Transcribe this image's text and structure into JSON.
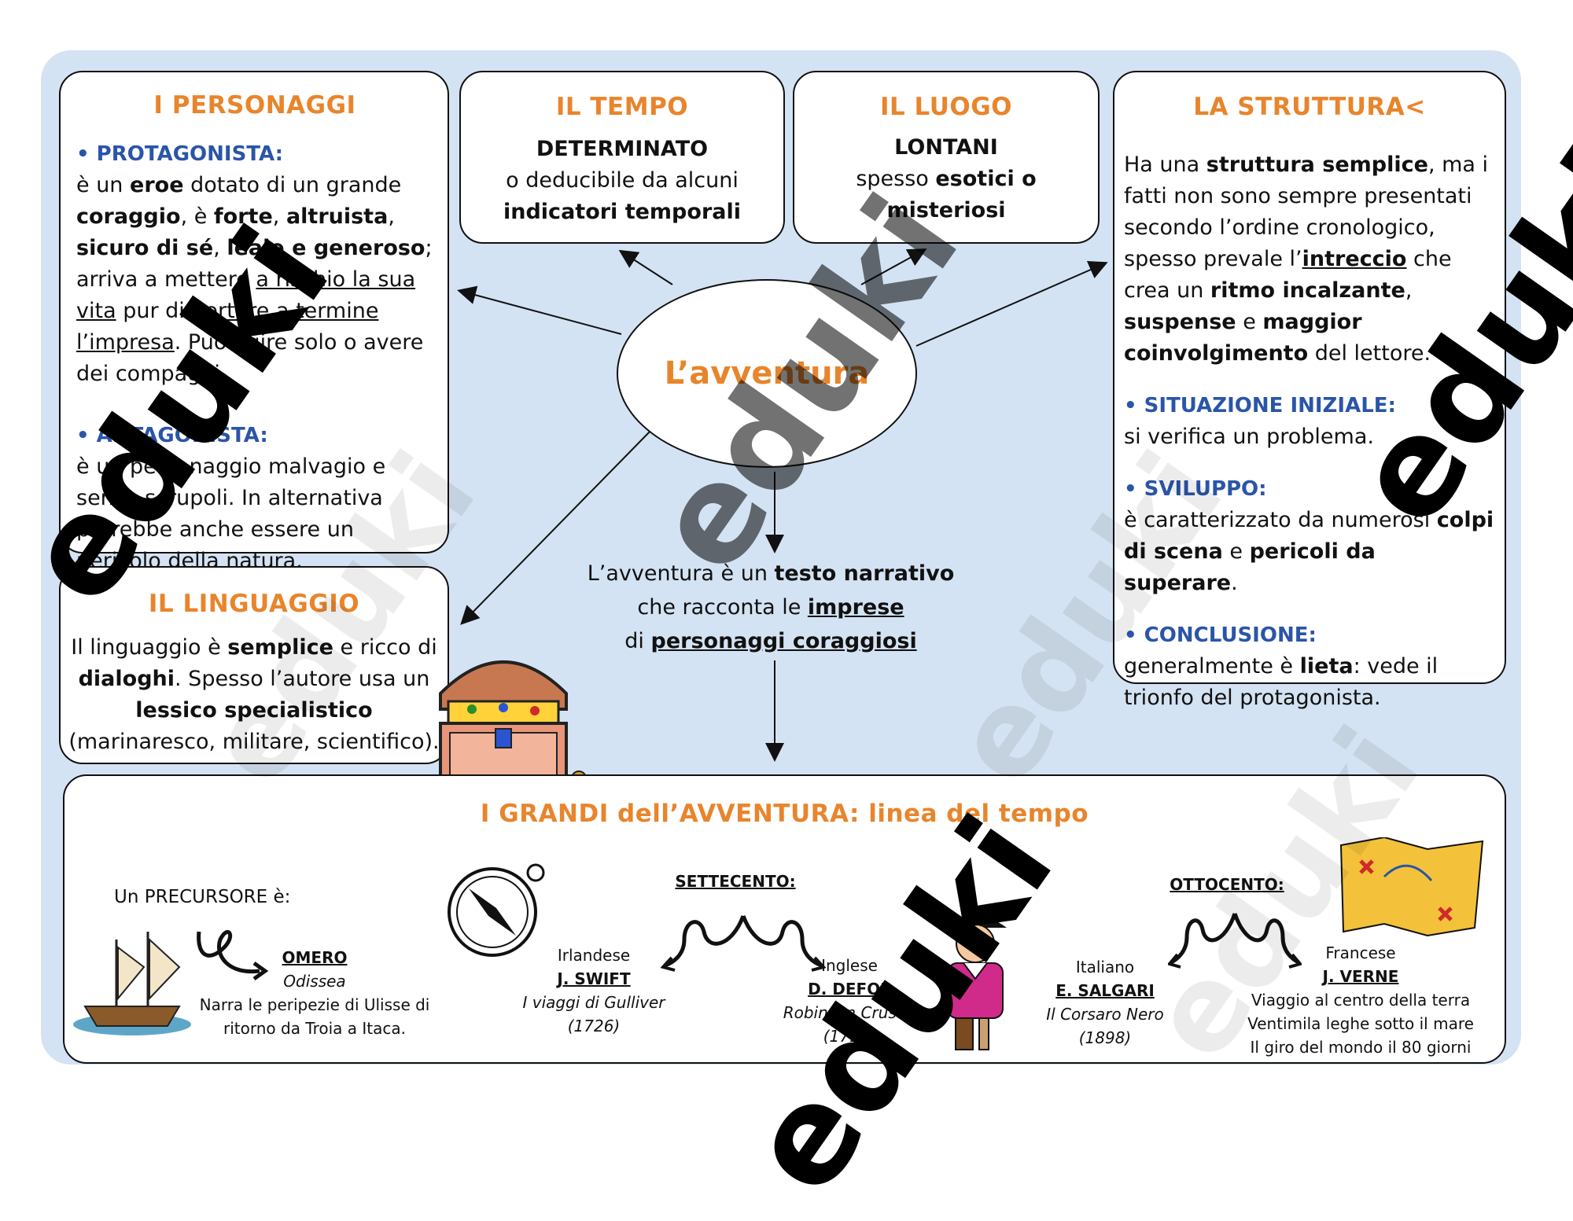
{
  "center": {
    "title": "L’avventura",
    "def_1": "L’avventura è un ",
    "def_2": "testo narrativo",
    "def_3": "che racconta le ",
    "def_4": "imprese",
    "def_5": "di ",
    "def_6": "personaggi coraggiosi"
  },
  "personaggi": {
    "title": "I PERSONAGGI",
    "protagonista_label": "• PROTAGONISTA:",
    "p1": "è un ",
    "p2": "eroe",
    "p3": " dotato di un grande ",
    "p4": "coraggio",
    "p5": ", è ",
    "p6": "forte",
    "p7": ", ",
    "p8": "altruista",
    "p9": ", ",
    "p10": "sicuro di sé",
    "p11": ", ",
    "p12": "leale e generoso",
    "p13": "; arriva a mettere ",
    "p14": "a rischio la sua vita",
    "p15": " pur di ",
    "p16": "portare a termine l’impresa",
    "p17": ". Può agire solo o avere dei compagni.",
    "antagonista_label": "• ANTAGONISTA:",
    "a1": "è un personaggio malvagio e senza scrupoli. In alternativa potrebbe anche essere un pericolo della natura."
  },
  "tempo": {
    "title": "IL TEMPO",
    "t1": "DETERMINATO",
    "t2": "o deducibile da alcuni",
    "t3": "indicatori temporali"
  },
  "luogo": {
    "title": "IL LUOGO",
    "l1": "LONTANI",
    "l2": "spesso ",
    "l3": "esotici",
    "l4": " o",
    "l5": "misteriosi"
  },
  "struttura": {
    "title": "LA STRUTTURA<",
    "s1": "Ha una ",
    "s2": "struttura semplice",
    "s3": ", ma i fatti non sono sempre presentati secondo l’ordine cronologico, spesso prevale l’",
    "s4": "intreccio",
    "s5": " che crea un ",
    "s6": "ritmo incalzante",
    "s7": ", ",
    "s8": "suspense",
    "s9": " e ",
    "s10": "maggior coinvolgimento",
    "s11": " del lettore.",
    "iniziale_label": "• SITUAZIONE INIZIALE:",
    "iniziale_text": "si verifica un problema.",
    "sviluppo_label": "• SVILUPPO:",
    "sv1": "è caratterizzato da numerosi ",
    "sv2": "colpi di scena",
    "sv3": " e ",
    "sv4": "pericoli da superare",
    "sv5": ".",
    "conclusione_label": "• CONCLUSIONE:",
    "c1": "generalmente è ",
    "c2": "lieta",
    "c3": ": vede il trionfo del protagonista."
  },
  "linguaggio": {
    "title": "IL LINGUAGGIO",
    "g1": "Il linguaggio è ",
    "g2": "semplice",
    "g3": " e ricco di ",
    "g4": "dialoghi",
    "g5": ". Spesso l’autore usa un ",
    "g6": "lessico specialistico",
    "g7": " (marinaresco, militare, scientifico)."
  },
  "timeline": {
    "title": "I GRANDI dell’AVVENTURA: linea del tempo",
    "precursore": "Un PRECURSORE è:",
    "omero_name": "OMERO",
    "omero_work": "Odissea",
    "omero_desc": "Narra le peripezie di Ulisse di ritorno da Troia a Itaca.",
    "settecento": "SETTECENTO:",
    "ottocento": "OTTOCENTO:",
    "swift_nat": "Irlandese",
    "swift_name": "J. SWIFT",
    "swift_work": "I viaggi di Gulliver",
    "swift_year": "(1726)",
    "defoe_nat": "Inglese",
    "defoe_name": "D. DEFOE",
    "defoe_work": "Robinson Crusoe",
    "defoe_year": "(1719)",
    "salgari_nat": "Italiano",
    "salgari_name": "E. SALGARI",
    "salgari_work": "Il Corsaro Nero",
    "salgari_year": "(1898)",
    "verne_nat": "Francese",
    "verne_name": "J. VERNE",
    "verne_w1": "Viaggio al centro della terra",
    "verne_w2": "Ventimila leghe sotto il mare",
    "verne_w3": "Il giro del mondo il 80 giorni"
  },
  "watermark": "eduki",
  "colors": {
    "panel": "#d4e3f3",
    "title_orange": "#e8852c",
    "subtitle_blue": "#2a55a8"
  }
}
